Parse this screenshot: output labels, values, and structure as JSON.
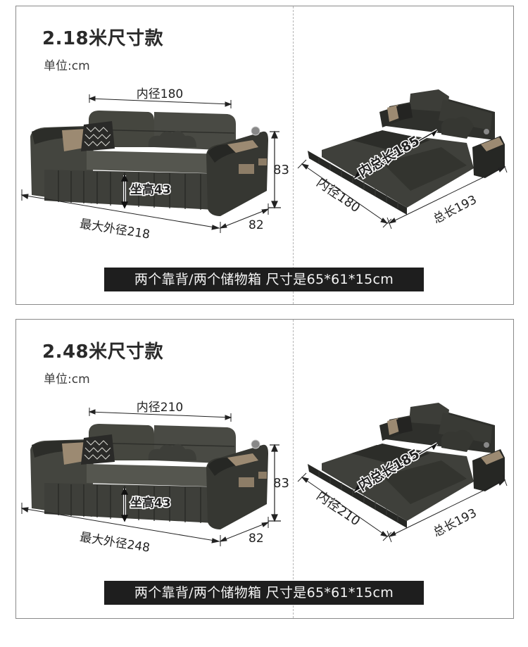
{
  "panels": [
    {
      "id": "size-218",
      "title": "2.18米尺寸款",
      "unit_label": "单位:cm",
      "closed_sofa": {
        "inner_width_label": "内径180",
        "seat_height_label": "坐高43",
        "height_label": "83",
        "depth_label": "82",
        "max_outer_width_label": "最大外径218"
      },
      "bed_mode": {
        "inner_total_length_label": "内总长185",
        "inner_width_label": "内径180",
        "total_length_label": "总长193"
      },
      "banner_text": "两个靠背/两个储物箱 尺寸是65*61*15cm"
    },
    {
      "id": "size-248",
      "title": "2.48米尺寸款",
      "unit_label": "单位:cm",
      "closed_sofa": {
        "inner_width_label": "内径210",
        "seat_height_label": "坐高43",
        "height_label": "83",
        "depth_label": "82",
        "max_outer_width_label": "最大外径248"
      },
      "bed_mode": {
        "inner_total_length_label": "内总长185",
        "inner_width_label": "内径210",
        "total_length_label": "总长193"
      },
      "banner_text": "两个靠背/两个储物箱 尺寸是65*61*15cm"
    }
  ],
  "colors": {
    "frame_border": "#8a8a8a",
    "banner_bg": "#1e1e1e",
    "banner_text": "#f4f4f4",
    "leather_dark": "#3b3c38",
    "leather_mid": "#4d4e49",
    "accent_tan": "#9c8a72"
  }
}
